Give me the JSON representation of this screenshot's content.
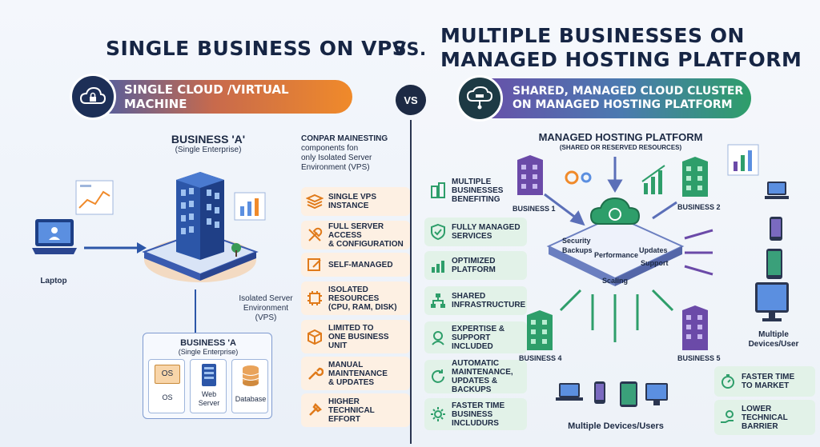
{
  "header": {
    "left_title": "SINGLE BUSINESS ON VPS",
    "vs_text": "VS.",
    "right_title_line1": "MULTIPLE BUSINESSES ON",
    "right_title_line2": "MANAGED HOSTING PLATFORM"
  },
  "banners": {
    "left": "SINGLE CLOUD /VIRTUAL MACHINE",
    "vs_badge": "VS",
    "right_line1": "SHARED, MANAGED CLOUD CLUSTER",
    "right_line2": "ON MANAGED HOSTING PLATFORM"
  },
  "left": {
    "business_title": "BUSINESS 'A'",
    "business_sub": "(Single Enterprise)",
    "laptop_label": "Laptop",
    "isolated_line1": "Isolated Server",
    "isolated_line2": "Environment",
    "isolated_line3": "(VPS)",
    "compare_line1": "CONPAR MAINESTING",
    "compare_line2": "components fon",
    "compare_line3": "only Isolated Server",
    "compare_line4": "Environment (VPS)",
    "box_title": "BUSINESS 'A",
    "box_sub": "(Single Enterprise)",
    "box_items": [
      {
        "icon_text": "OS",
        "label": "OS"
      },
      {
        "label": "Web\nServer"
      },
      {
        "label": "Database"
      }
    ],
    "features": [
      "SINGLE VPS\nINSTANCE",
      "FULL SERVER ACCESS\n& CONFIGURATION",
      "SELF-MANAGED",
      "ISOLATED\nRESOURCES\n(CPU, RAM, DISK)",
      "LIMITED TO\nONE BUSINESS\nUNIT",
      "MANUAL\nMAINTENANCE\n& UPDATES",
      "HIGHER\nTECHNICAL\nEFFORT"
    ]
  },
  "right": {
    "platform_title": "MANAGED HOSTING PLATFORM",
    "platform_sub": "(SHARED OR RESERVED RESOURCES)",
    "businesses": [
      "BUSINESS 1",
      "BUSINESS 2",
      "BUSINESS 4",
      "BUSINESS 5"
    ],
    "hub_items": [
      "Security",
      "Backups",
      "Performance",
      "Updates",
      "Support",
      "Scaling"
    ],
    "features": [
      "MULTIPLE\nBUSINESSES\nBENEFITING",
      "FULLY MANAGED\nSERVICES",
      "OPTIMIZED\nPLATFORM",
      "SHARED\nINFRASTRUCTURE",
      "EXPERTISE &\nSUPPORT\nINCLUDED",
      "AUTOMATIC\nMAINTENANCE,\nUPDATES & BACKUPS",
      "FASTER TIME\nBUSINESS\nINCLUDURS"
    ],
    "devices_label_line1": "Multiple",
    "devices_label_line2": "Devices/User",
    "devices_bottom": "Multiple Devices/Users",
    "side_features": [
      "FASTER TIME\nTO MARKET",
      "LOWER\nTECHNICAL\nBARRIER"
    ]
  },
  "colors": {
    "orange": "#f08a2a",
    "purple": "#6b4aa8",
    "green": "#2e9e6a",
    "navy": "#1d2a44",
    "blue": "#2c56a8"
  }
}
